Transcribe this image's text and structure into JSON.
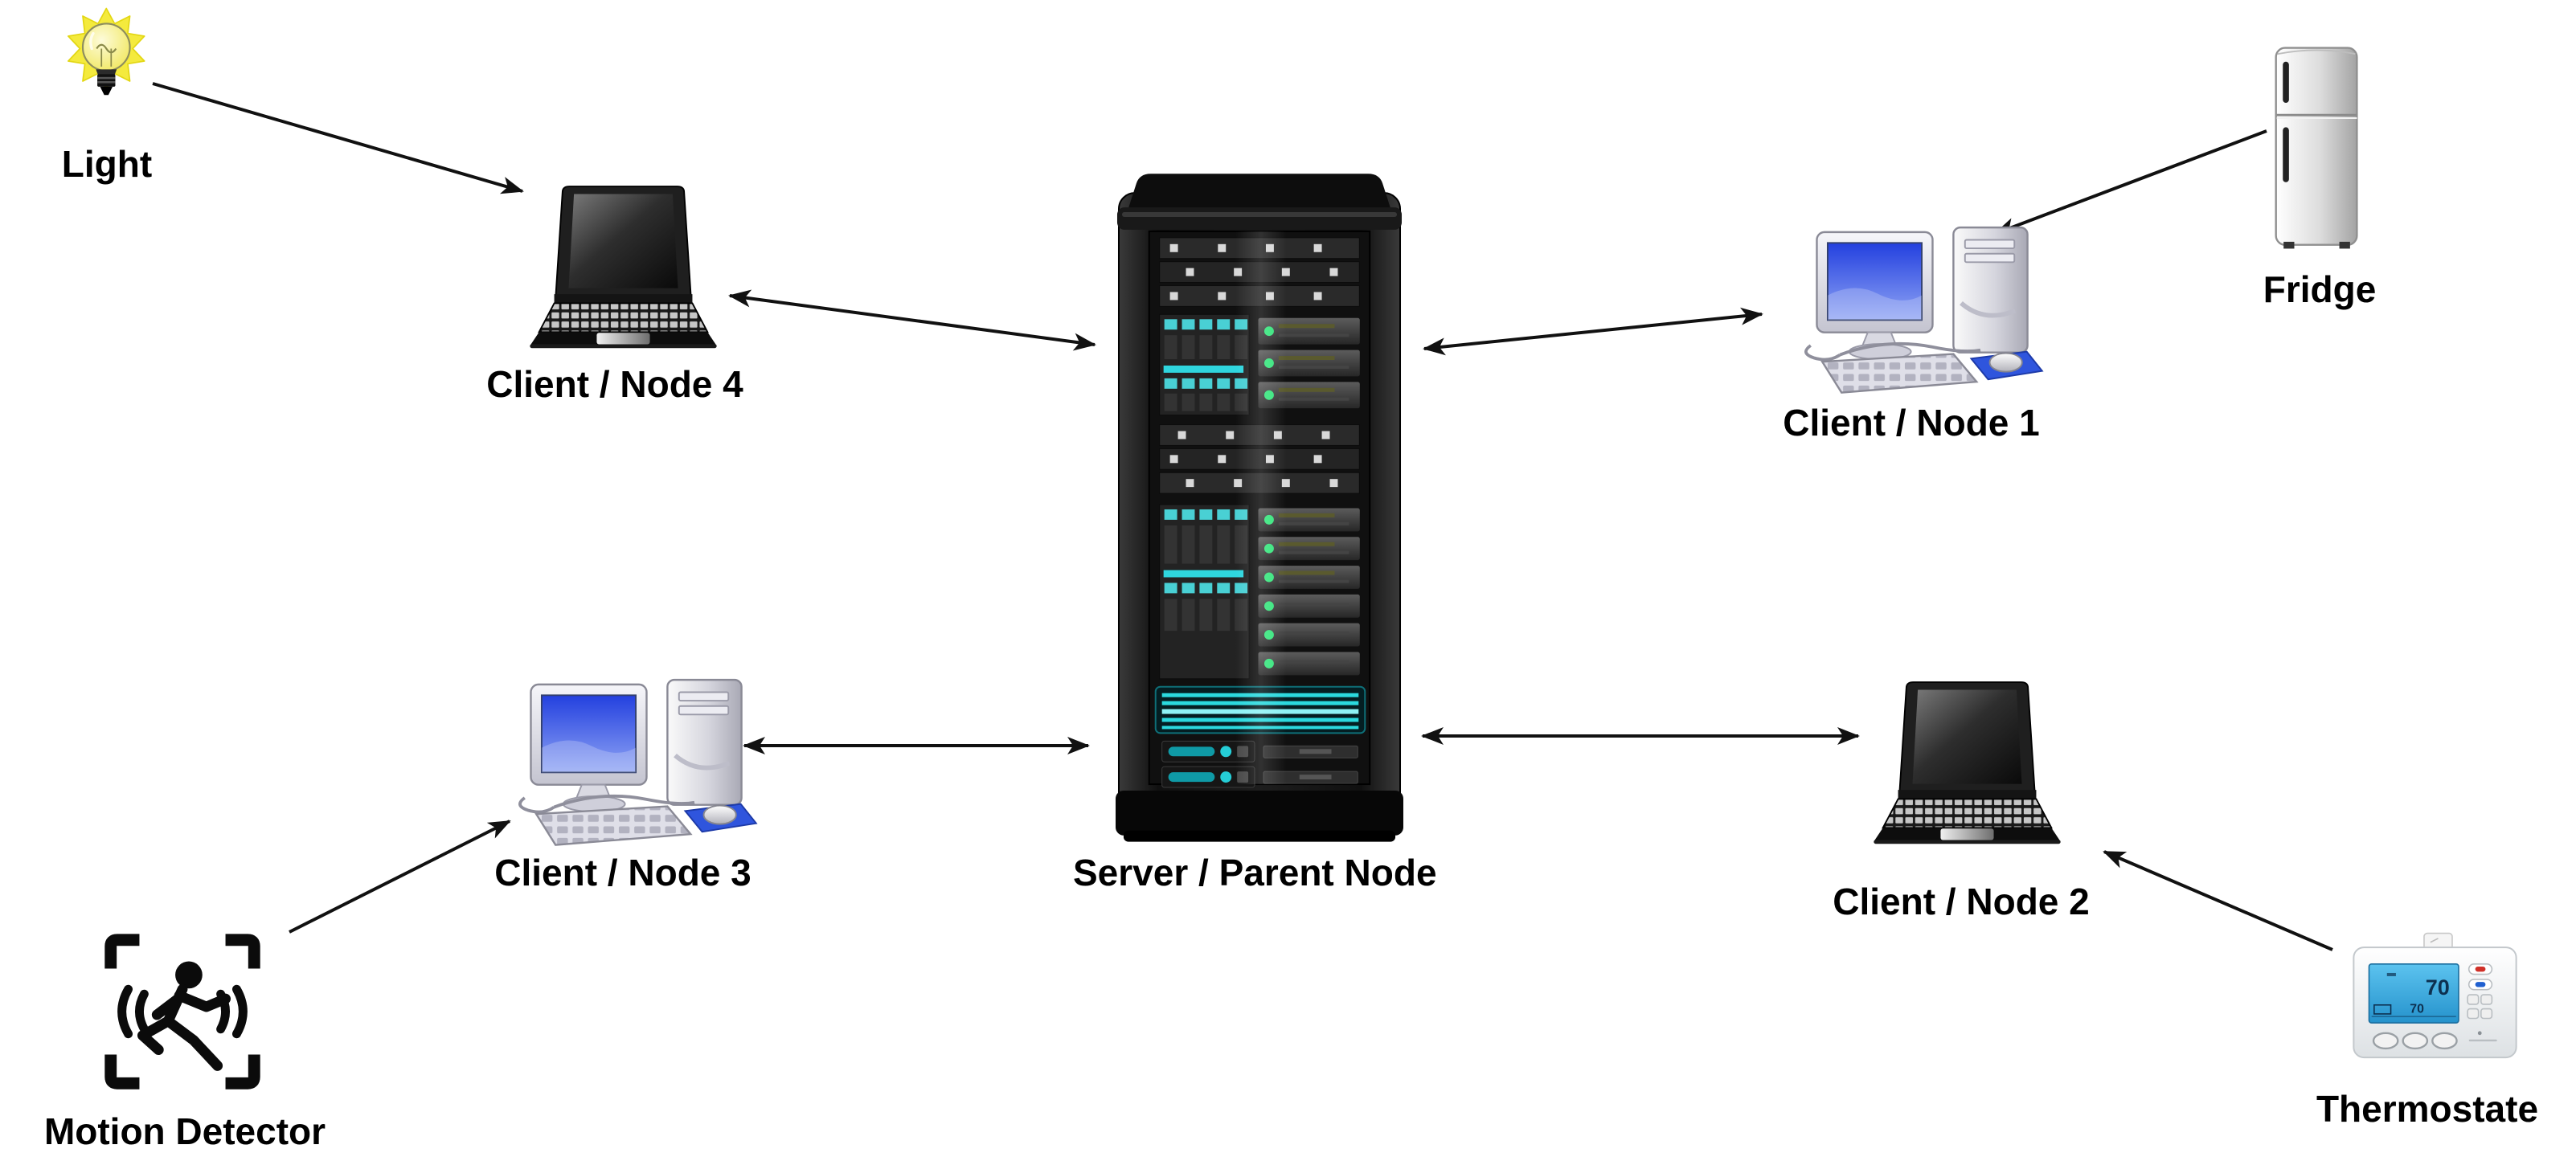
{
  "title": "Client-Server smart-home network diagram",
  "nodes": {
    "light": {
      "label": "Light",
      "icon": "light-bulb-icon"
    },
    "client4": {
      "label": "Client / Node 4",
      "icon": "laptop-icon"
    },
    "server": {
      "label": "Server / Parent Node",
      "icon": "server-rack-icon"
    },
    "client1": {
      "label": "Client / Node 1",
      "icon": "desktop-computer-icon"
    },
    "fridge": {
      "label": "Fridge",
      "icon": "fridge-icon"
    },
    "client3": {
      "label": "Client / Node 3",
      "icon": "desktop-computer-icon"
    },
    "motion": {
      "label": "Motion Detector",
      "icon": "motion-detector-icon"
    },
    "client2": {
      "label": "Client / Node 2",
      "icon": "laptop-icon"
    },
    "thermostate": {
      "label": "Thermostate",
      "icon": "thermostat-icon"
    }
  },
  "thermostat_display": {
    "temp_large": "70",
    "temp_small": "70"
  },
  "connections": [
    {
      "from": "Light",
      "to": "Client / Node 4",
      "arrows": "one-way"
    },
    {
      "from": "Client / Node 4",
      "to": "Server / Parent Node",
      "arrows": "two-way"
    },
    {
      "from": "Fridge",
      "to": "Client / Node 1",
      "arrows": "one-way"
    },
    {
      "from": "Server / Parent Node",
      "to": "Client / Node 1",
      "arrows": "two-way"
    },
    {
      "from": "Client / Node 3",
      "to": "Server / Parent Node",
      "arrows": "two-way"
    },
    {
      "from": "Server / Parent Node",
      "to": "Client / Node 2",
      "arrows": "two-way"
    },
    {
      "from": "Motion Detector",
      "to": "Client / Node 3",
      "arrows": "one-way"
    },
    {
      "from": "Thermostate",
      "to": "Client / Node 2",
      "arrows": "one-way"
    }
  ],
  "colors": {
    "background": "#ffffff",
    "line": "#111111",
    "label_text": "#000000",
    "monitor_screen_blue": "#3f62e4",
    "mousepad_blue": "#2f55dd",
    "server_led_green": "#37e57d",
    "server_drive_teal": "#2fd6de",
    "thermostat_screen_blue": "#3aa8e0",
    "bulb_yellow": "#f4ea3d"
  }
}
